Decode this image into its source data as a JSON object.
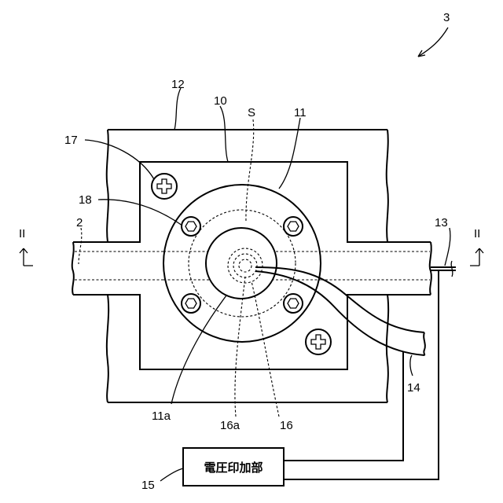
{
  "labels": {
    "fig_ref": "3",
    "block": "12",
    "recess": "10",
    "s": "S",
    "flange": "11",
    "screw_outer": "17",
    "bolt": "18",
    "line": "2",
    "wire": "13",
    "ii_left": "II",
    "ii_right": "II",
    "cable": "14",
    "hole": "11a",
    "tip_inner": "16a",
    "tip": "16",
    "power_ref": "15"
  },
  "voltage_unit": {
    "label": "電圧印加部"
  },
  "colors": {
    "line": "#000000",
    "background": "#ffffff"
  }
}
